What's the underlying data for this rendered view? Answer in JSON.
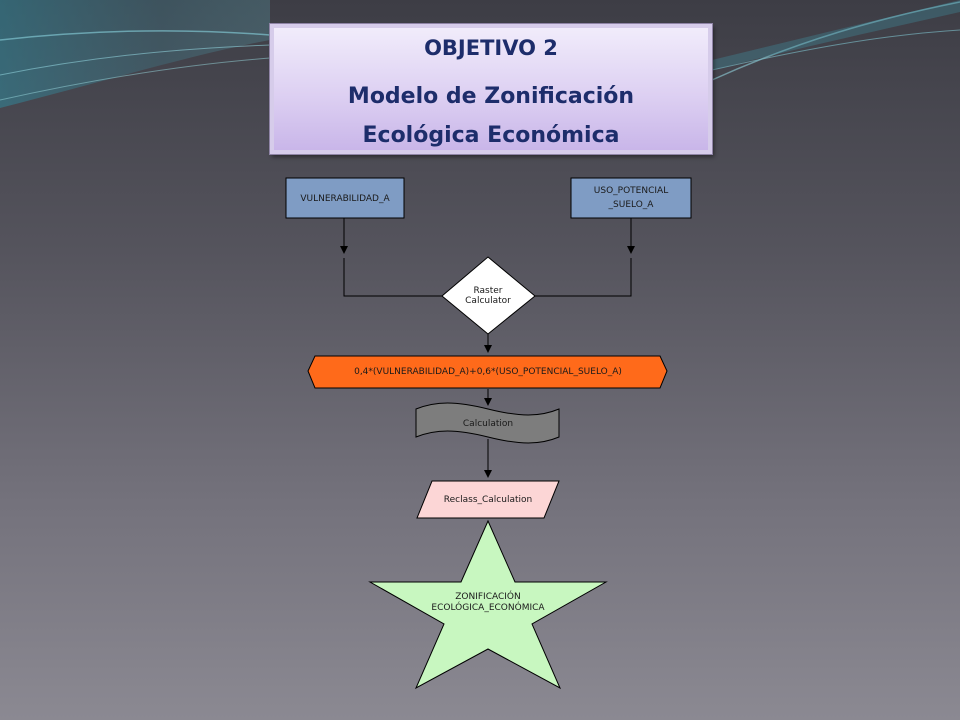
{
  "slide": {
    "objective": "OBJETIVO 2",
    "title_line1": "Modelo de Zonificación",
    "title_line2": "Ecológica Económica"
  },
  "diagram": {
    "input_a": "VULNERABILIDAD_A",
    "input_b_line1": "USO_POTENCIAL",
    "input_b_line2": "_SUELO_A",
    "tool_line1": "Raster",
    "tool_line2": "Calculator",
    "expression": "0,4*(VULNERABILIDAD_A)+0,6*(USO_POTENCIAL_SUELO_A)",
    "intermediate": "Calculation",
    "reclass": "Reclass_Calculation",
    "output_line1": "ZONIFICACIÓN",
    "output_line2": "ECOLÓGICA_ECONÓMICA"
  },
  "colors": {
    "input": "#7f9cc4",
    "tool": "#ffffff",
    "expression": "#ff6a1a",
    "intermediate": "#7d7d7d",
    "reclass": "#fcd6d6",
    "output": "#c8f7c0",
    "title_text": "#1d2d6b"
  }
}
